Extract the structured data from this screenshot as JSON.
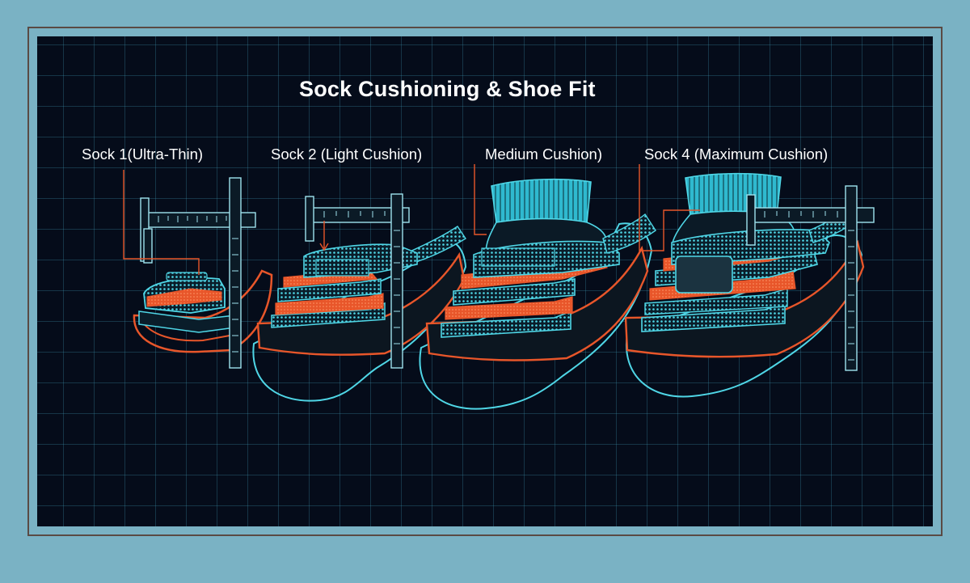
{
  "diagram": {
    "title": "Sock Cushioning & Shoe Fit",
    "socks": [
      {
        "label": "Sock 1(Ultra-Thin)"
      },
      {
        "label": "Sock 2 (Light Cushion)"
      },
      {
        "label": "Medium Cushion)"
      },
      {
        "label": "Sock 4 (Maximum Cushion)"
      }
    ]
  },
  "colors": {
    "page_background": "#7ab2c4",
    "panel_background": "#050c1a",
    "grid": "#3e96af",
    "outline_cyan": "#4fd6e6",
    "cushion_orange": "#e8562a",
    "frame": "#5a4a44",
    "text": "#ffffff"
  }
}
